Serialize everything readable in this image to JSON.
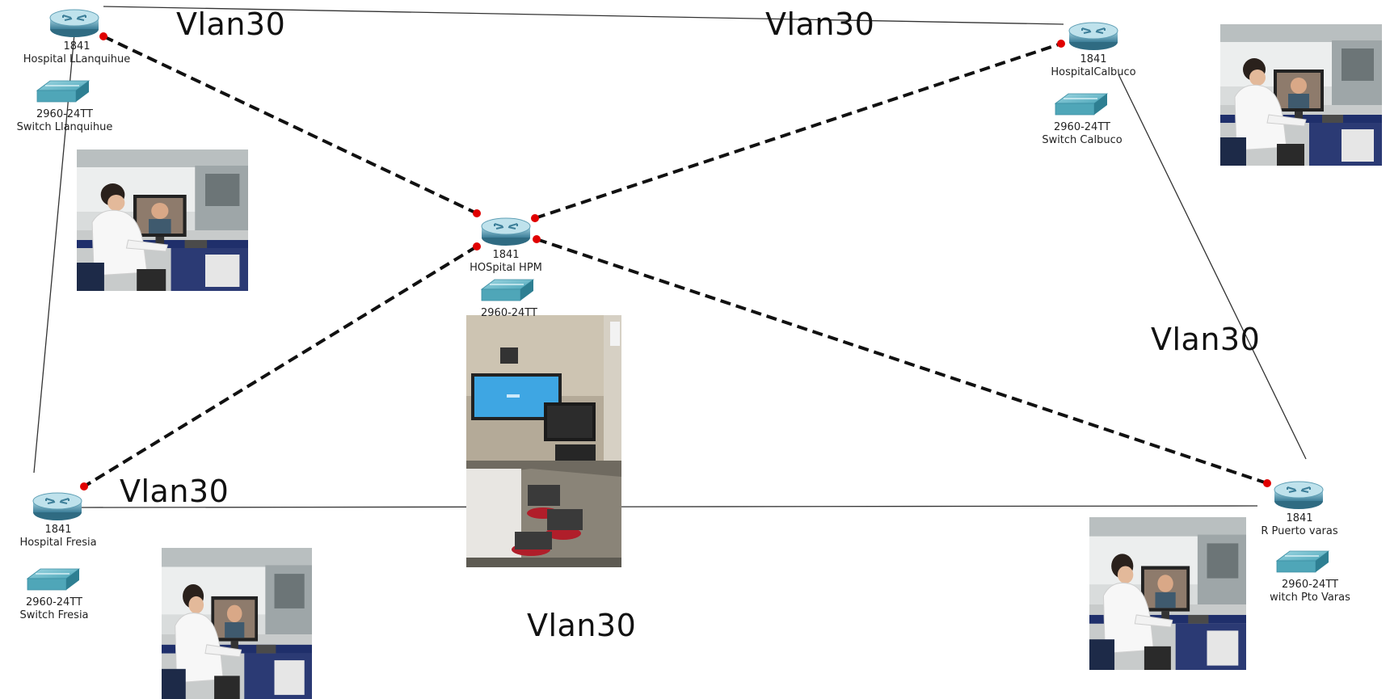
{
  "network": {
    "link_label": "Vlan30",
    "routers": {
      "llanquihue": {
        "model": "1841",
        "name": "Hospital LLanquihue"
      },
      "calbuco": {
        "model": "1841",
        "name": "HospitalCalbuco"
      },
      "hpm": {
        "model": "1841",
        "name": "HOSpital HPM"
      },
      "fresia": {
        "model": "1841",
        "name": "Hospital Fresia"
      },
      "puerto": {
        "model": "1841",
        "name": "R Puerto varas"
      }
    },
    "switches": {
      "llanquihue": {
        "model": "2960-24TT",
        "name": "Switch Llanquihue"
      },
      "calbuco": {
        "model": "2960-24TT",
        "name": "Switch Calbuco"
      },
      "hpm": {
        "model": "2960-24TT"
      },
      "fresia": {
        "model": "2960-24TT",
        "name": "Switch Fresia"
      },
      "puerto": {
        "model": "2960-24TT",
        "name": "witch Pto Varas"
      }
    }
  },
  "colors": {
    "router": "#5a9fb8",
    "router_top": "#8fc7d8",
    "switch": "#5fb3c4",
    "link_dot": "#e00000"
  },
  "icons": {
    "router": "router-icon",
    "switch": "switch-icon"
  }
}
